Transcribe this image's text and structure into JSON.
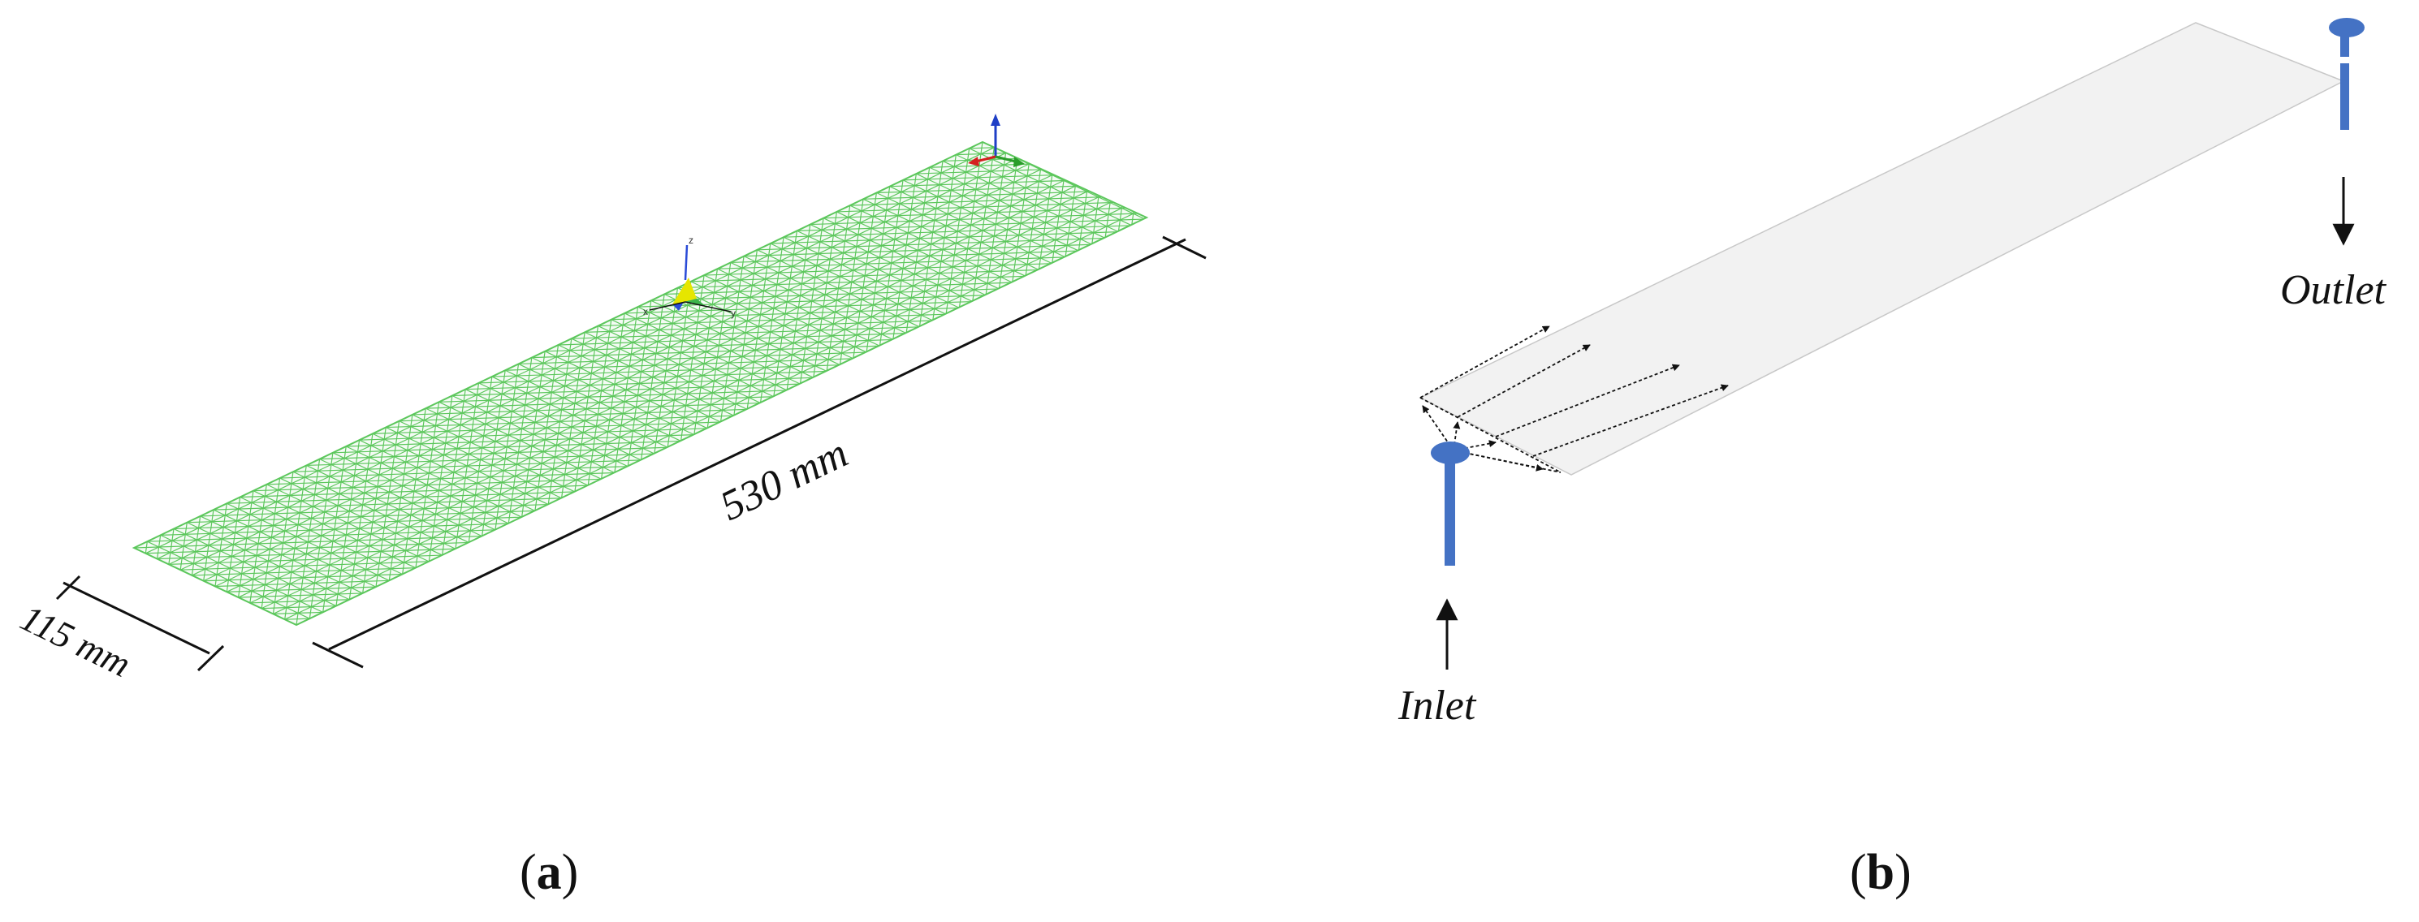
{
  "panel_a": {
    "length_label": "530 mm",
    "width_label": "115 mm",
    "triad_axis_z": "z",
    "triad_axis_x": "x",
    "triad_axis_y": "y",
    "mesh_color": "#5cc75c",
    "caption_letter": "a"
  },
  "panel_b": {
    "inlet_label": "Inlet",
    "outlet_label": "Outlet",
    "pipe_color": "#4472c4",
    "plate_color": "#f2f2f2",
    "caption_letter": "b"
  }
}
